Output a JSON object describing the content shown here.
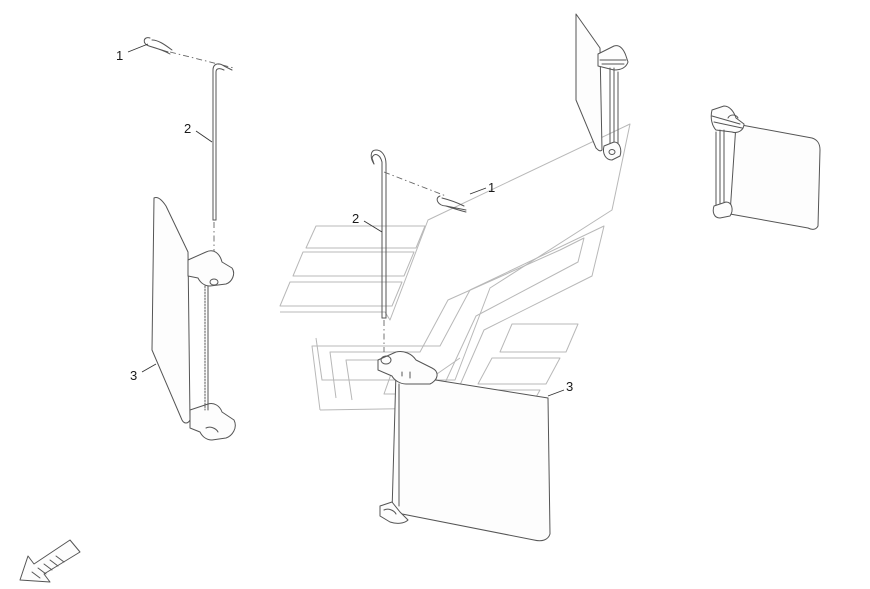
{
  "callouts": {
    "left_pin_clip": "1",
    "left_rod": "2",
    "left_panel": "3",
    "center_pin_clip": "1",
    "center_rod": "2",
    "center_panel": "3"
  },
  "icons": {
    "orientation_arrow": "arrow-down-left-icon"
  }
}
